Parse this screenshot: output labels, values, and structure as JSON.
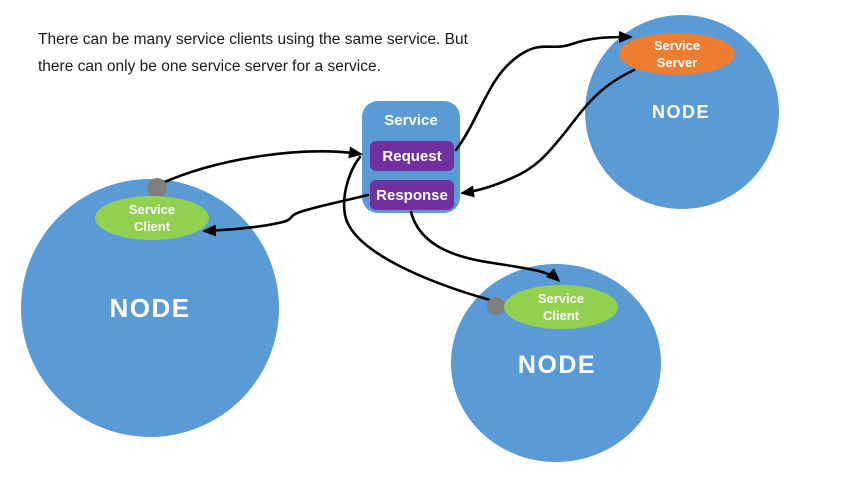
{
  "caption": {
    "line1": "There can be many service clients using the same service. But",
    "line2": "there can only be one service server for a service."
  },
  "service_box": {
    "title": "Service",
    "request_label": "Request",
    "response_label": "Response"
  },
  "nodes": {
    "left": {
      "label": "NODE",
      "oval_line1": "Service",
      "oval_line2": "Client"
    },
    "bottom": {
      "label": "NODE",
      "oval_line1": "Service",
      "oval_line2": "Client"
    },
    "top_right": {
      "label": "NODE",
      "oval_line1": "Service",
      "oval_line2": "Server"
    }
  },
  "connectors": [
    {
      "from": "left-node-attachment-dot",
      "to": "request-box"
    },
    {
      "from": "bottom-node-attachment-dot",
      "to": "request-box"
    },
    {
      "from": "request-box",
      "to": "service-server-oval"
    },
    {
      "from": "service-server-oval",
      "to": "response-box"
    },
    {
      "from": "response-box",
      "to": "left-node-service-client-oval"
    },
    {
      "from": "response-box",
      "to": "bottom-node-service-client-oval"
    }
  ],
  "colors": {
    "node_blue": "#5B9BD5",
    "client_green": "#92D050",
    "server_orange": "#ED7D31",
    "action_purple": "#7030A0",
    "dot_gray": "#7F7F7F",
    "connector_black": "#000000",
    "label_white": "#FFFFFF",
    "caption_black": "#1A1A1A"
  }
}
